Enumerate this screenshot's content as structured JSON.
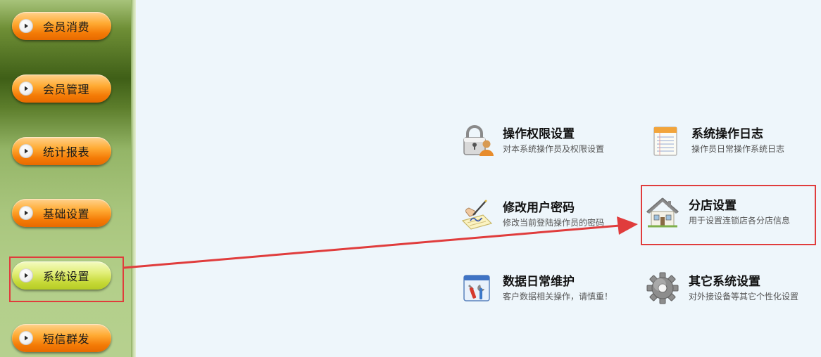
{
  "sidebar": {
    "items": [
      {
        "label": "会员消费"
      },
      {
        "label": "会员管理"
      },
      {
        "label": "统计报表"
      },
      {
        "label": "基础设置"
      },
      {
        "label": "系统设置"
      },
      {
        "label": "短信群发"
      }
    ],
    "active_index": 4
  },
  "tiles": [
    {
      "title": "操作权限设置",
      "desc": "对本系统操作员及权限设置",
      "icon": "lock-user-icon"
    },
    {
      "title": "系统操作日志",
      "desc": "操作员日常操作系统日志",
      "icon": "notepad-icon"
    },
    {
      "title": "修改用户密码",
      "desc": "修改当前登陆操作员的密码",
      "icon": "pen-write-icon"
    },
    {
      "title": "分店设置",
      "desc": "用于设置连锁店各分店信息",
      "icon": "house-icon"
    },
    {
      "title": "数据日常维护",
      "desc": "客户数据相关操作，请慎重！",
      "icon": "tools-icon"
    },
    {
      "title": "其它系统设置",
      "desc": "对外接设备等其它个性化设置",
      "icon": "gear-icon"
    }
  ],
  "colors": {
    "nav_orange": "#f47b06",
    "nav_active": "#c6d937",
    "annotation_red": "#e03c3c",
    "content_bg": "#eef6fb"
  }
}
